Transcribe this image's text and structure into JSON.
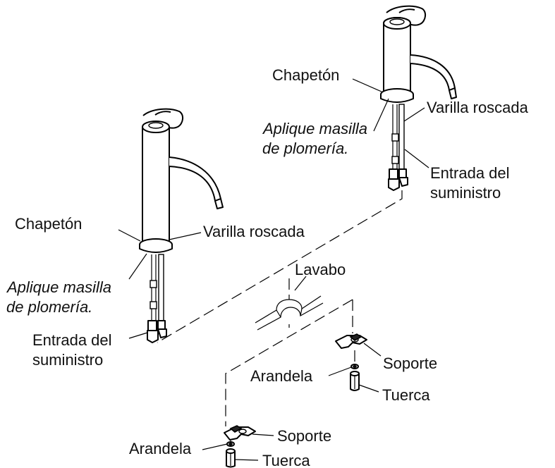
{
  "labels": {
    "top_escutcheon": "Chapetón",
    "top_putty_1": "Aplique masilla",
    "top_putty_2": "de plomería.",
    "top_rod": "Varilla roscada",
    "top_supply_1": "Entrada del",
    "top_supply_2": "suministro",
    "left_escutcheon": "Chapetón",
    "left_rod": "Varilla roscada",
    "left_putty_1": "Aplique masilla",
    "left_putty_2": "de plomería.",
    "left_supply_1": "Entrada del",
    "left_supply_2": "suministro",
    "sink": "Lavabo",
    "right_bracket": "Soporte",
    "right_washer": "Arandela",
    "right_nut": "Tuerca",
    "bottom_bracket": "Soporte",
    "bottom_washer": "Arandela",
    "bottom_nut": "Tuerca"
  }
}
